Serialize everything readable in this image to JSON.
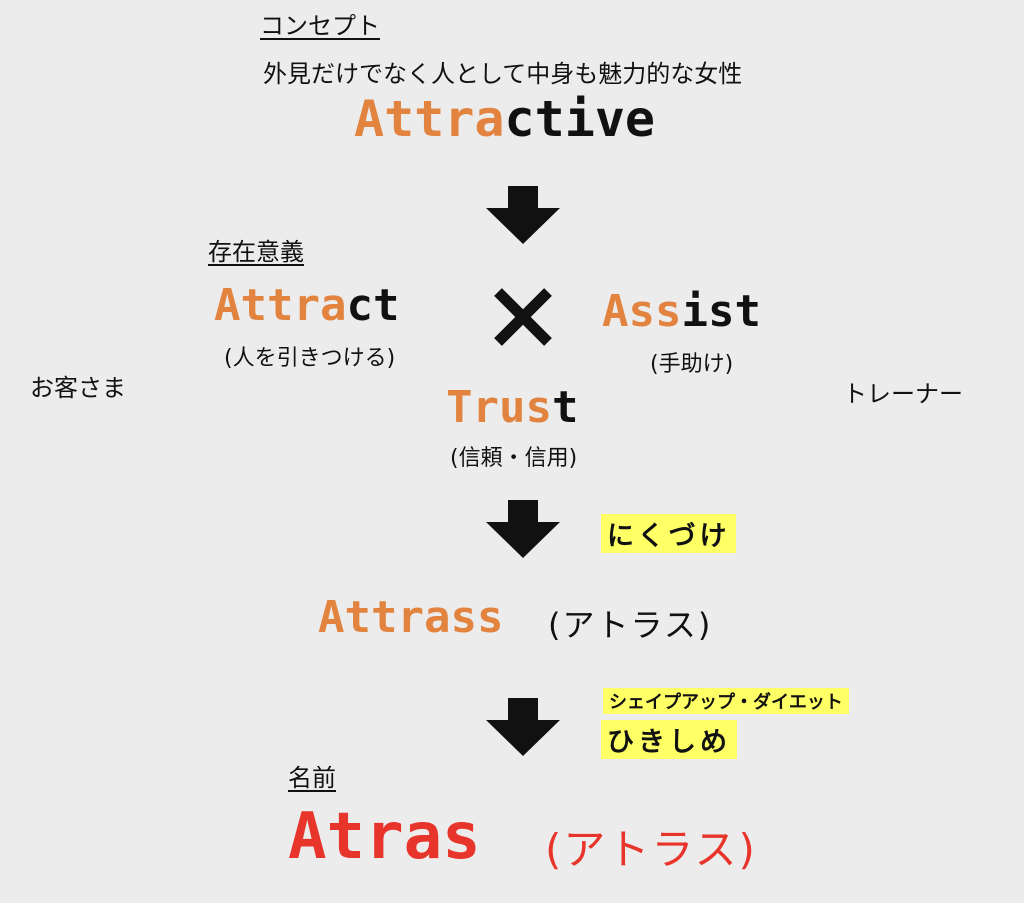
{
  "colors": {
    "orange": "#e2843f",
    "red": "#e8352b",
    "yellow": "#ffff66",
    "arrow": "#111111"
  },
  "concept": {
    "label": "コンセプト",
    "description": "外見だけでなく人として中身も魅力的な女性",
    "word_orange": "Attra",
    "word_black": "ctive"
  },
  "purpose": {
    "label": "存在意義",
    "attract": {
      "orange": "Attra",
      "black": "ct",
      "note": "(人を引きつける)"
    },
    "cross": "✕",
    "assist": {
      "orange": "Ass",
      "black": "ist",
      "note": "(手助け)"
    },
    "trust": {
      "orange": "Trus",
      "black": "t",
      "note": "(信頼・信用)"
    }
  },
  "sides": {
    "left": "お客さま",
    "right": "トレーナー"
  },
  "step1": {
    "highlight": "にくづけ"
  },
  "combined": {
    "word": "Attrass",
    "reading": "(アトラス)"
  },
  "step2": {
    "highlight_top": "シェイプアップ・ダイエット",
    "highlight_bottom": "ひきしめ"
  },
  "name": {
    "label": "名前",
    "word": "Atras",
    "reading": "(アトラス)"
  }
}
